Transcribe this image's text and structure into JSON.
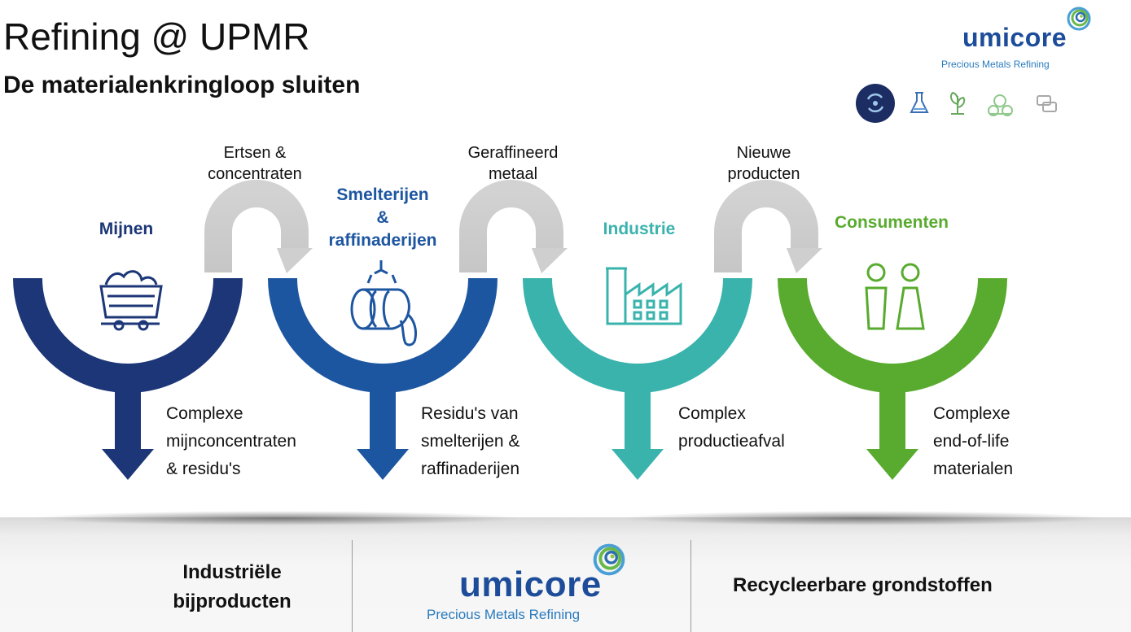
{
  "header": {
    "title": "Refining @ UPMR",
    "subtitle": "De materialenkringloop sluiten"
  },
  "logo": {
    "word": "umicore",
    "tagline": "Precious Metals Refining"
  },
  "nav_icons": [
    "recycle-icon",
    "flask-icon",
    "plant-icon",
    "molecule-icon",
    "chat-icon"
  ],
  "colors": {
    "navy": "#1c3677",
    "blue": "#1d56a0",
    "teal": "#3ab3ad",
    "green": "#58ab2e",
    "connector_grey": "#cfcfcf"
  },
  "stages": [
    {
      "title_lines": [
        "Mijnen"
      ],
      "output_lines": [
        "Complexe",
        "mijnconcentraten",
        "& residu's"
      ]
    },
    {
      "title_lines": [
        "Smelterijen",
        "&",
        "raffinaderijen"
      ],
      "output_lines": [
        "Residu's van",
        "smelterijen &",
        "raffinaderijen"
      ]
    },
    {
      "title_lines": [
        "Industrie"
      ],
      "output_lines": [
        "Complex",
        "productieafval"
      ]
    },
    {
      "title_lines": [
        "Consumenten"
      ],
      "output_lines": [
        "Complexe",
        "end-of-life",
        "materialen"
      ]
    }
  ],
  "connectors": [
    {
      "label_lines": [
        "Ertsen &",
        "concentraten"
      ]
    },
    {
      "label_lines": [
        "Geraffineerd",
        "metaal"
      ]
    },
    {
      "label_lines": [
        "Nieuwe",
        "producten"
      ]
    }
  ],
  "bottom": {
    "left_lines": [
      "Industriële",
      "bijproducten"
    ],
    "right": "Recycleerbare grondstoffen"
  }
}
